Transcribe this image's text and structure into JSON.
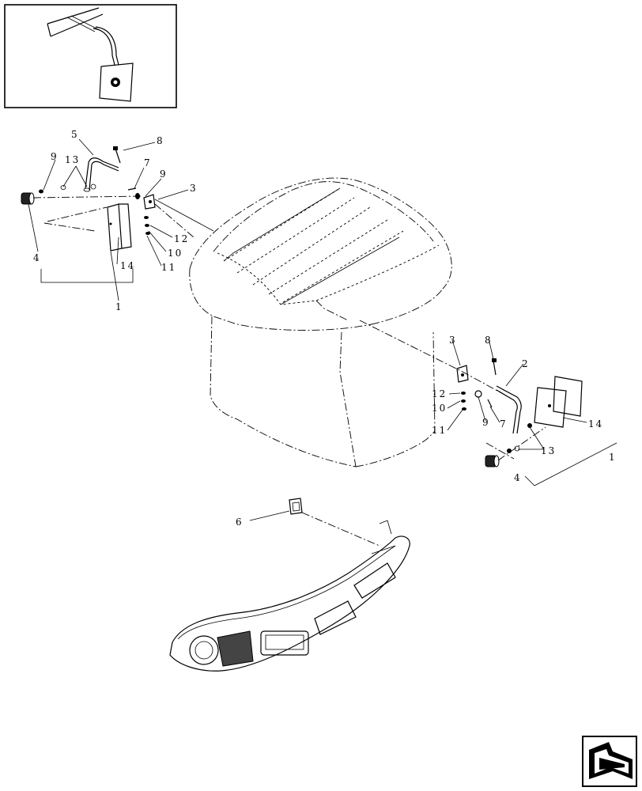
{
  "callouts": [
    {
      "id": "c5",
      "text": "5"
    },
    {
      "id": "c8a",
      "text": "8"
    },
    {
      "id": "c9a",
      "text": "9"
    },
    {
      "id": "c13a",
      "text": "13"
    },
    {
      "id": "c7a",
      "text": "7"
    },
    {
      "id": "c9b",
      "text": "9"
    },
    {
      "id": "c3a",
      "text": "3"
    },
    {
      "id": "c12a",
      "text": "12"
    },
    {
      "id": "c10a",
      "text": "10"
    },
    {
      "id": "c11a",
      "text": "11"
    },
    {
      "id": "c14a",
      "text": "14"
    },
    {
      "id": "c4a",
      "text": "4"
    },
    {
      "id": "c1a",
      "text": "1"
    },
    {
      "id": "c3b",
      "text": "3"
    },
    {
      "id": "c8b",
      "text": "8"
    },
    {
      "id": "c2",
      "text": "2"
    },
    {
      "id": "c12b",
      "text": "12"
    },
    {
      "id": "c10b",
      "text": "10"
    },
    {
      "id": "c11b",
      "text": "11"
    },
    {
      "id": "c9c",
      "text": "9"
    },
    {
      "id": "c7b",
      "text": "7"
    },
    {
      "id": "c13b",
      "text": "13"
    },
    {
      "id": "c14b",
      "text": "14"
    },
    {
      "id": "c1b",
      "text": "1"
    },
    {
      "id": "c4b",
      "text": "4"
    },
    {
      "id": "c6",
      "text": "6"
    }
  ],
  "icons": {
    "nav": "arrow-icon"
  }
}
